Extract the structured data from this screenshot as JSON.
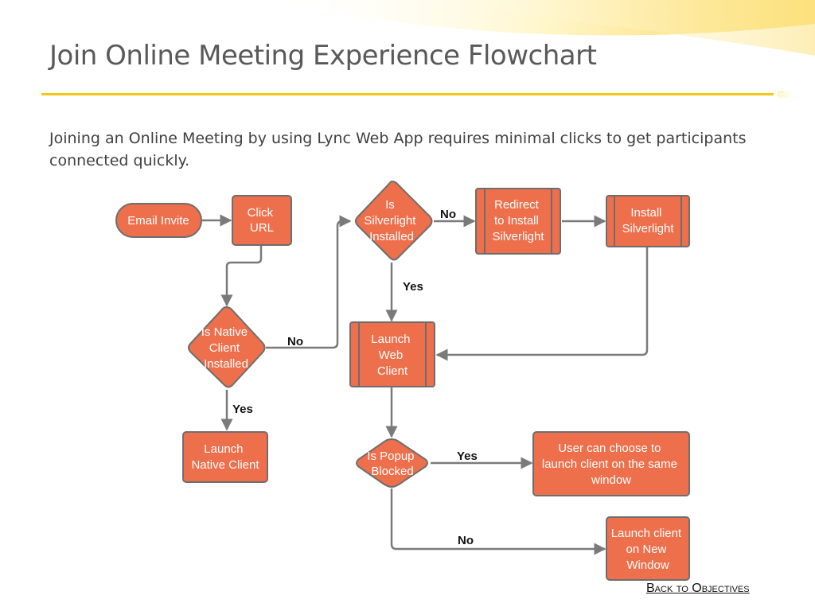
{
  "slide": {
    "title": "Join Online Meeting Experience Flowchart",
    "intro": "Joining an Online Meeting by using Lync Web App requires minimal clicks to get participants connected quickly.",
    "back_link": "Back to Objectives"
  },
  "flowchart": {
    "nodes": {
      "email_invite": {
        "lines": [
          "Email Invite"
        ]
      },
      "click_url": {
        "lines": [
          "Click",
          "URL"
        ]
      },
      "is_silverlight": {
        "lines": [
          "Is",
          "Silverlight",
          "Installed"
        ]
      },
      "redirect": {
        "lines": [
          "Redirect",
          "to Install",
          "Silverlight"
        ]
      },
      "install_silverlight": {
        "lines": [
          "Install",
          "Silverlight"
        ]
      },
      "is_native": {
        "lines": [
          "Is Native",
          "Client",
          "Installed"
        ]
      },
      "launch_web": {
        "lines": [
          "Launch",
          "Web",
          "Client"
        ]
      },
      "launch_native": {
        "lines": [
          "Launch",
          "Native Client"
        ]
      },
      "is_popup": {
        "lines": [
          "Is Popup",
          "Blocked"
        ]
      },
      "user_choose": {
        "lines": [
          "User can choose to",
          "launch client on the same",
          "window"
        ]
      },
      "launch_new": {
        "lines": [
          "Launch client",
          "on New",
          "Window"
        ]
      }
    },
    "edge_labels": {
      "silverlight_no": "No",
      "silverlight_yes": "Yes",
      "native_no": "No",
      "native_yes": "Yes",
      "popup_yes": "Yes",
      "popup_no": "No"
    }
  },
  "colors": {
    "node_fill": "#ee6f4b",
    "node_border": "#6e6e6e",
    "connector": "#7a7a7a",
    "title_rule": "#f2c818"
  }
}
